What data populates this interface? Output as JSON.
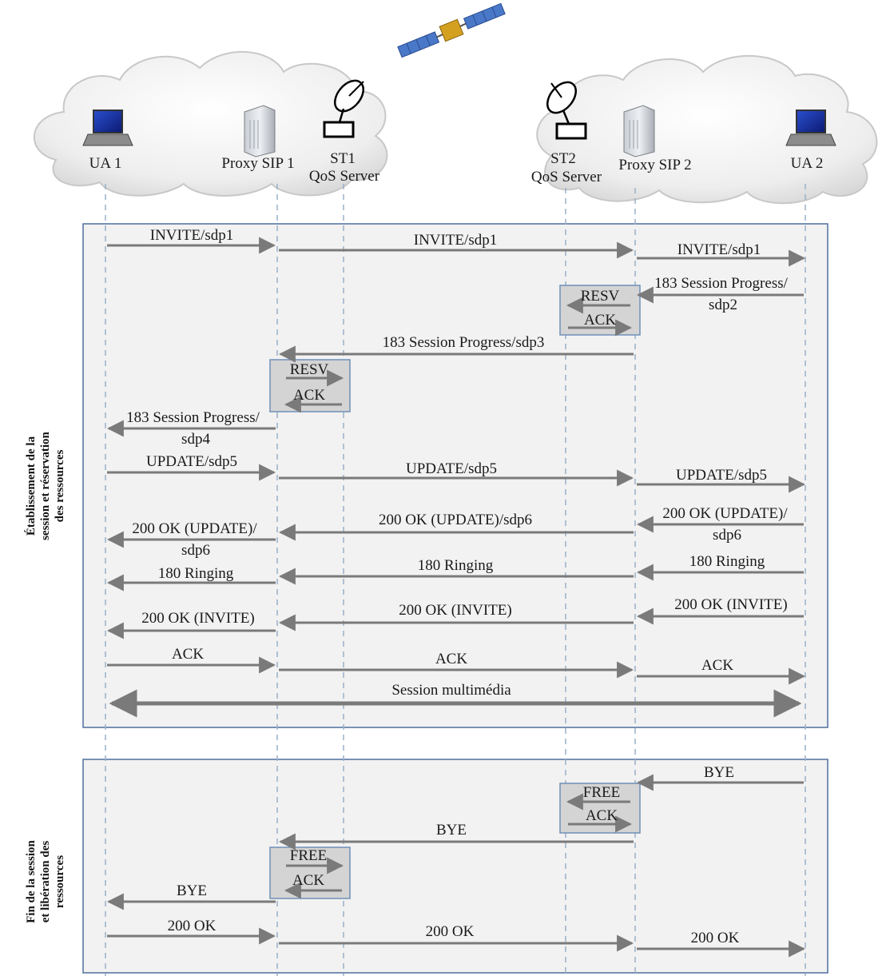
{
  "entities": {
    "ua1": "UA 1",
    "proxy1": "Proxy SIP 1",
    "st1": "ST1",
    "qos1": "QoS Server",
    "st2": "ST2",
    "qos2": "QoS Server",
    "proxy2": "Proxy SIP 2",
    "ua2": "UA 2"
  },
  "phases": {
    "establishment": [
      "Établissement de la",
      "session et réservation",
      "des ressources"
    ],
    "release": [
      "Fin de la session",
      "et libération des",
      "ressources"
    ]
  },
  "messages": {
    "invite_a": "INVITE/sdp1",
    "invite_b": "INVITE/sdp1",
    "invite_c": "INVITE/sdp1",
    "sp_c1": "183 Session Progress/",
    "sp_c2": "sdp2",
    "resv2": "RESV",
    "ack_resv2": "ACK",
    "sp_b": "183 Session Progress/sdp3",
    "resv1": "RESV",
    "ack_resv1": "ACK",
    "sp_a1": "183 Session Progress/",
    "sp_a2": "sdp4",
    "upd_a": "UPDATE/sdp5",
    "upd_b": "UPDATE/sdp5",
    "upd_c": "UPDATE/sdp5",
    "ok_upd_c1": "200 OK (UPDATE)/",
    "ok_upd_c2": "sdp6",
    "ok_upd_b": "200 OK (UPDATE)/sdp6",
    "ok_upd_a1": "200 OK (UPDATE)/",
    "ok_upd_a2": "sdp6",
    "ring_c": "180 Ringing",
    "ring_b": "180 Ringing",
    "ring_a": "180 Ringing",
    "ok_inv_c": "200 OK (INVITE)",
    "ok_inv_b": "200 OK (INVITE)",
    "ok_inv_a": "200 OK (INVITE)",
    "ack_a": "ACK",
    "ack_b": "ACK",
    "ack_c": "ACK",
    "session": "Session multimédia",
    "bye_c": "BYE",
    "free2": "FREE",
    "ack_free2": "ACK",
    "bye_b": "BYE",
    "free1": "FREE",
    "ack_free1": "ACK",
    "bye_a": "BYE",
    "ok_a": "200 OK",
    "ok_b": "200 OK",
    "ok_c": "200 OK"
  }
}
